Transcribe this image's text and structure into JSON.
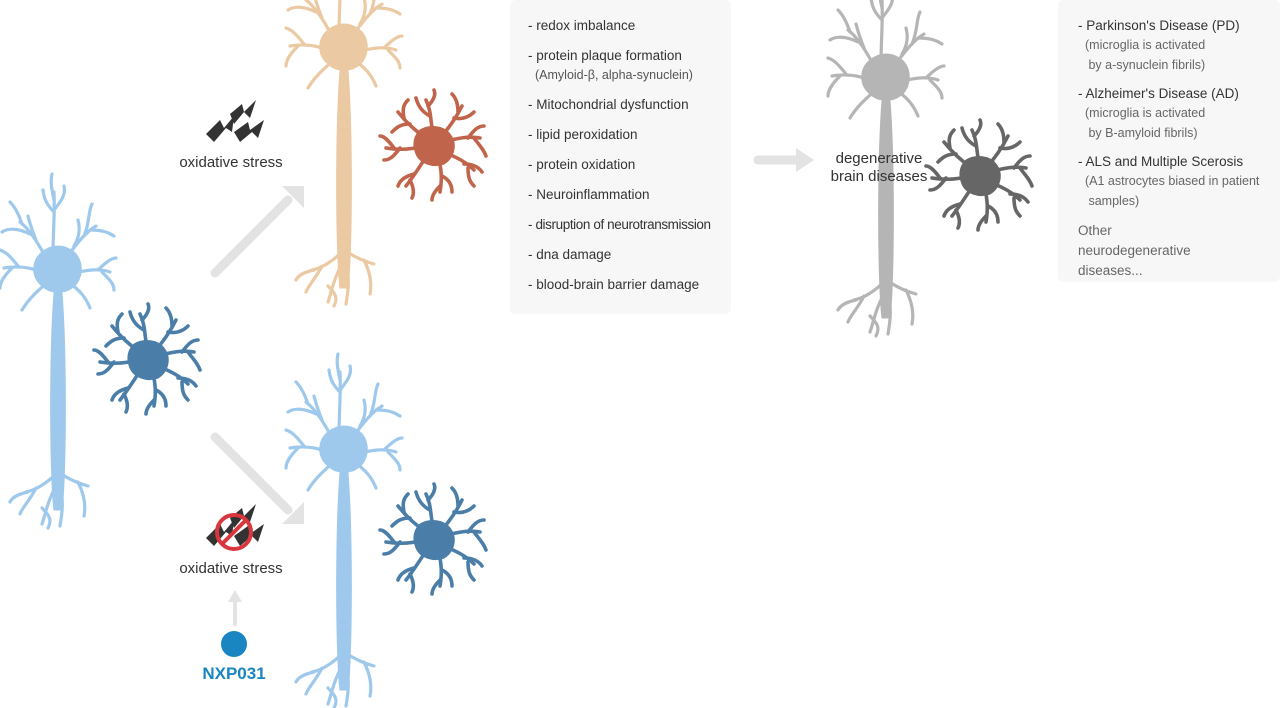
{
  "labels": {
    "oxidative_stress_top": "oxidative stress",
    "oxidative_stress_bottom": "oxidative stress",
    "degenerative_line1": "degenerative",
    "degenerative_line2": "brain diseases",
    "nxp": "NXP031"
  },
  "effects": {
    "items": [
      {
        "text": "- redox imbalance"
      },
      {
        "text": "- protein plaque formation",
        "sub": "(Amyloid-β, alpha-synuclein)"
      },
      {
        "text": "- Mitochondrial dysfunction"
      },
      {
        "text": "- lipid peroxidation"
      },
      {
        "text": "- protein oxidation"
      },
      {
        "text": "- Neuroinflammation"
      },
      {
        "text": "- disruption of neurotransmission"
      },
      {
        "text": "- dna damage"
      },
      {
        "text": "- blood-brain barrier damage"
      }
    ]
  },
  "diseases": {
    "pd": {
      "title": "- Parkinson's Disease (PD)",
      "sub1": "(microglia is activated",
      "sub2": " by a-synuclein fibrils)"
    },
    "ad": {
      "title": "- Alzheimer's Disease (AD)",
      "sub1": "(microglia is activated",
      "sub2": " by B-amyloid fibrils)"
    },
    "als": {
      "title": "- ALS and Multiple Scerosis",
      "sub1": "(A1 astrocytes biased in patient",
      "sub2": " samples)"
    },
    "other": "Other neurodegenerative diseases..."
  },
  "colors": {
    "healthy_neuron": "#9ec9ec",
    "healthy_glia": "#4a7ea8",
    "stressed_neuron": "#ebc9a2",
    "stressed_glia": "#c0654b",
    "degenerate_neuron": "#b5b5b5",
    "degenerate_glia": "#666666",
    "arrow": "#e3e3e3",
    "nxp": "#1a86c1",
    "block_red": "#d9363e",
    "bolt": "#333333"
  }
}
